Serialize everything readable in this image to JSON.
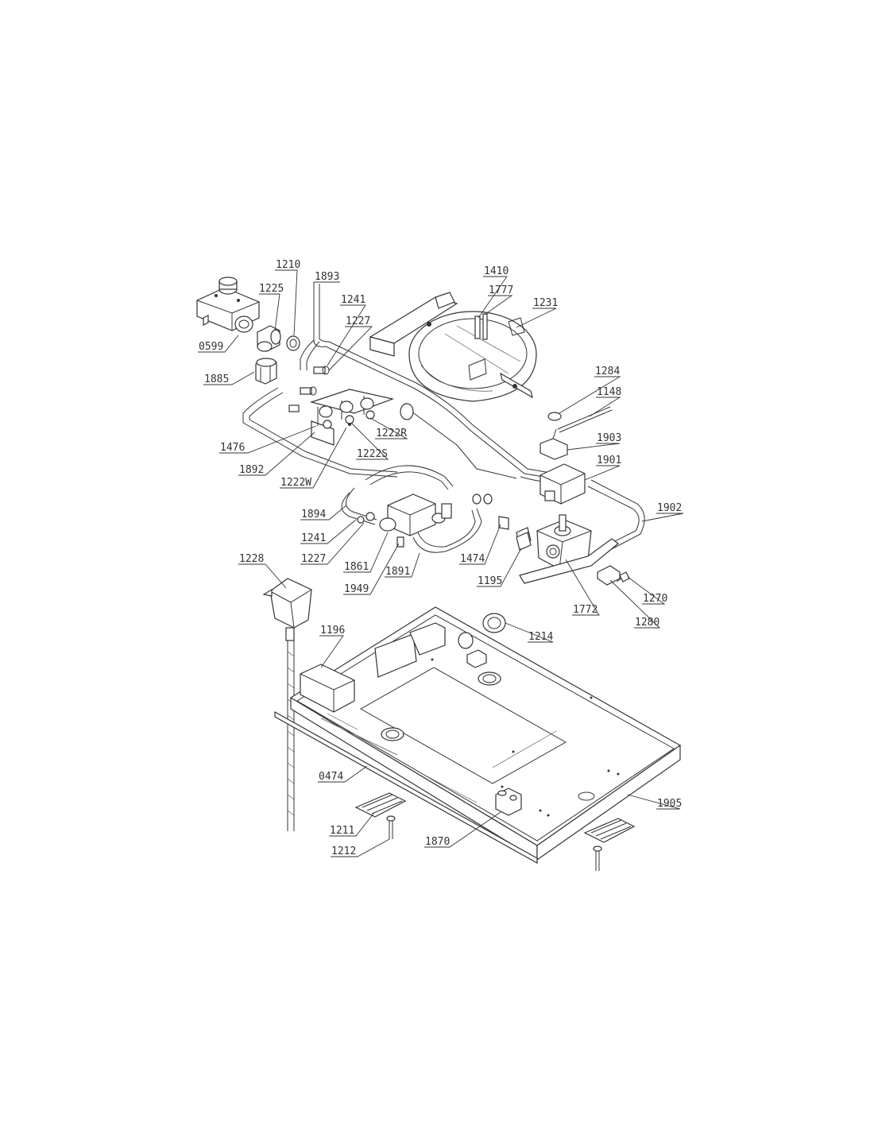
{
  "diagram": {
    "labels": {
      "p0599": "0599",
      "p1225": "1225",
      "p1210": "1210",
      "p1893": "1893",
      "p1241a": "1241",
      "p1227a": "1227",
      "p1885": "1885",
      "p1410": "1410",
      "p1777": "1777",
      "p1231": "1231",
      "p1284": "1284",
      "p1148": "1148",
      "p1903": "1903",
      "p1901": "1901",
      "p1902": "1902",
      "p1476": "1476",
      "p1222R": "1222R",
      "p1222S": "1222S",
      "p1892": "1892",
      "p1222W": "1222W",
      "p1894": "1894",
      "p1241b": "1241",
      "p1227b": "1227",
      "p1861": "1861",
      "p1949": "1949",
      "p1891": "1891",
      "p1474": "1474",
      "p1195": "1195",
      "p1772": "1772",
      "p1270": "1270",
      "p1280": "1280",
      "p1228": "1228",
      "p1196": "1196",
      "p1214": "1214",
      "p0474": "0474",
      "p1905": "1905",
      "p1211": "1211",
      "p1212": "1212",
      "p1870": "1870"
    }
  }
}
